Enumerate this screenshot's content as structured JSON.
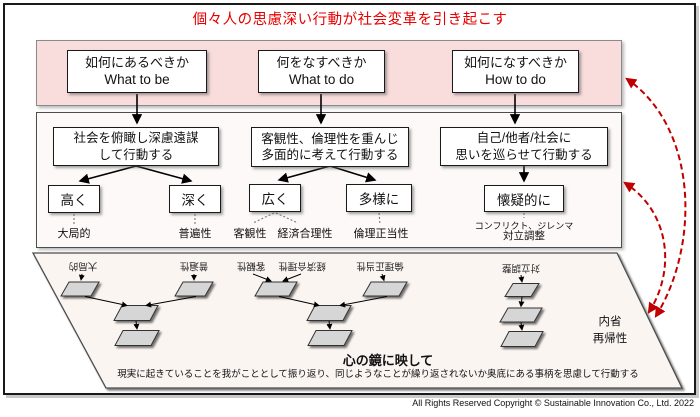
{
  "title": "個々人の思慮深い行動が社会変革を引き起こす",
  "top_row": {
    "boxes": [
      {
        "jp": "如何にあるべきか",
        "en": "What to be"
      },
      {
        "jp": "何をなすべきか",
        "en": "What to do"
      },
      {
        "jp": "如何になすべきか",
        "en": "How to do"
      }
    ]
  },
  "middle_row": {
    "boxes": [
      {
        "line1": "社会を俯瞰し深慮遠謀",
        "line2": "して行動する"
      },
      {
        "line1": "客観性、倫理性を重んじ",
        "line2": "多面的に考えて行動する"
      },
      {
        "line1": "自己/他者/社会に",
        "line2": "思いを巡らせて行動する"
      }
    ],
    "keywords": [
      "高く",
      "深く",
      "広く",
      "多様に",
      "懐疑的に"
    ],
    "sub_labels": [
      "大局的",
      "普遍性",
      "客観性",
      "経済合理性",
      "倫理正当性"
    ],
    "conflict_line1": "コンフリクト、ジレンマ",
    "conflict_line2": "対立調整"
  },
  "mirror_plane": {
    "mirrored_labels": [
      "大局的",
      "普遍性",
      "客観性",
      "経済合理性",
      "倫理正当性",
      "対立調整"
    ],
    "side_label_line1": "内省",
    "side_label_line2": "再帰性",
    "caption_title": "心の鏡に映して",
    "caption_body": "現実に起きていることを我がこととして振り返り、同じようなことが繰り返されないか奥底にある事柄を思慮して行動する"
  },
  "footer": {
    "copyright": "All Rights Reserved Copyright © Sustainable Innovation Co., Ltd.  2022"
  },
  "colors": {
    "title_red": "#E60000",
    "arrow_red": "#C00000",
    "banner_pink": "#F9DCDC",
    "panel_bg": "#FDF9F8",
    "plane_bg": "#FBF5F2",
    "shape_gray": "#D6D6D6"
  }
}
